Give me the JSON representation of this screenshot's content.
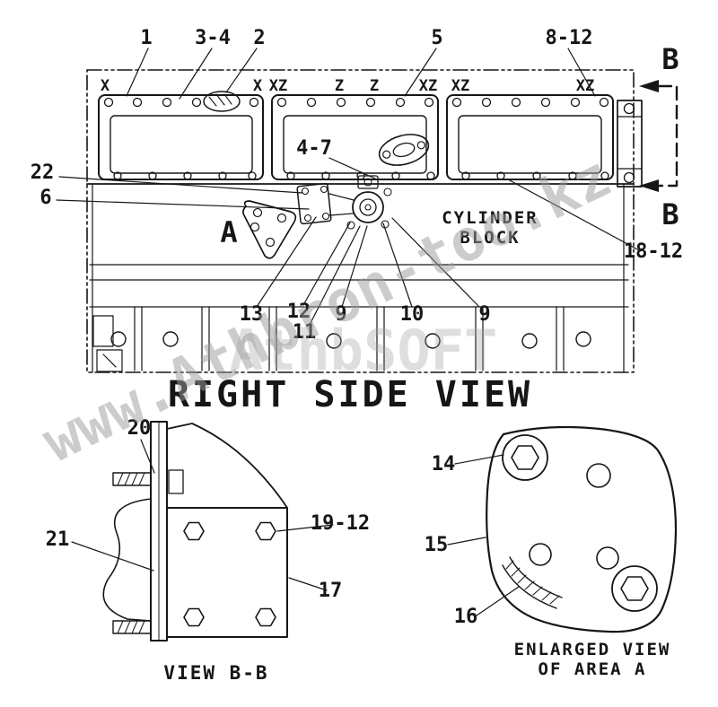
{
  "watermark": {
    "diagonal_text": "www.Athbron-too.kz",
    "center_text": "AthbSOFT"
  },
  "main_view": {
    "title": "RIGHT SIDE VIEW",
    "block_label_line1": "CYLINDER",
    "block_label_line2": "BLOCK",
    "area_label": "A",
    "section_label_top": "B",
    "section_label_bottom": "B",
    "top_markings": [
      "X",
      "X",
      "XZ",
      "Z",
      "Z",
      "XZ",
      "XZ",
      "XZ"
    ],
    "callouts": {
      "c1": "1",
      "c3_4": "3-4",
      "c2": "2",
      "c5": "5",
      "c8_12": "8-12",
      "c22": "22",
      "c6": "6",
      "c4_7": "4-7",
      "c18_12": "18-12",
      "c13": "13",
      "c12": "12",
      "c11": "11",
      "c9a": "9",
      "c10": "10",
      "c9b": "9"
    }
  },
  "view_bb": {
    "title": "VIEW B-B",
    "callouts": {
      "c20": "20",
      "c21": "21",
      "c19_12": "19-12",
      "c17": "17"
    }
  },
  "enlarged_view": {
    "title_line1": "ENLARGED VIEW",
    "title_line2": "OF AREA A",
    "callouts": {
      "c14": "14",
      "c15": "15",
      "c16": "16"
    }
  }
}
